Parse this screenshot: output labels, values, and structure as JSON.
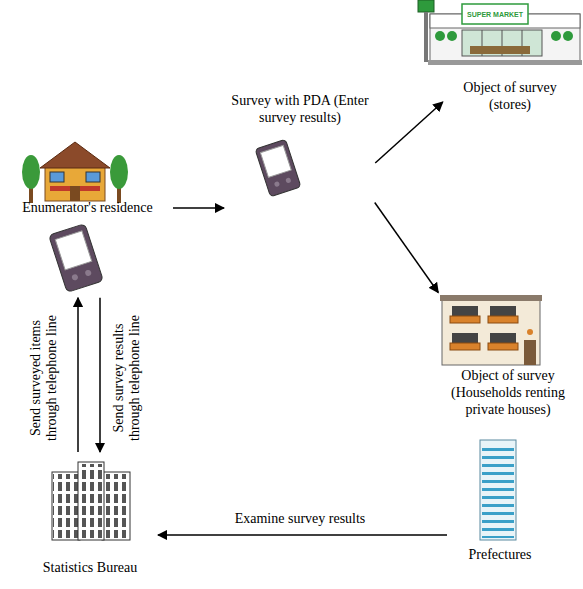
{
  "diagram": {
    "nodes": [
      {
        "text": [
          "Enumerator's residence"
        ]
      },
      {
        "text": [
          "Survey with PDA (Enter survey results)"
        ]
      },
      {
        "text": [
          "Object of survey (stores)"
        ]
      },
      {
        "text": [
          "Object of survey (Households renting private houses)"
        ]
      },
      {
        "text": [
          "Prefectures"
        ]
      },
      {
        "text": [
          "Statistics Bureau"
        ]
      }
    ],
    "edges": [
      {
        "from": 0,
        "to": 1,
        "arrow": "to"
      },
      {
        "from": 1,
        "to": 2,
        "arrow": "to"
      },
      {
        "from": 1,
        "to": 3,
        "arrow": "to"
      },
      {
        "from": 4,
        "to": 5,
        "label": "Examine survey results",
        "arrow": "to"
      },
      {
        "from": 5,
        "to": 0,
        "label": "Send surveyed items through telephone line",
        "arrow": "to"
      },
      {
        "from": 0,
        "to": 5,
        "label": "Send survey results through telephone line",
        "arrow": "to"
      }
    ],
    "labels": [
      "SUPER MARKET"
    ]
  }
}
